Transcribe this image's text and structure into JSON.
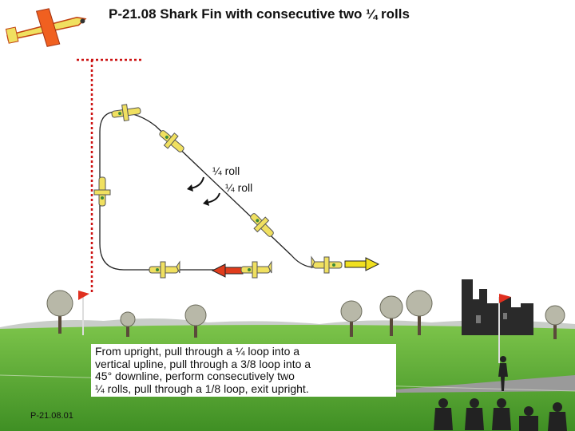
{
  "title": "P-21.08 Shark Fin with consecutive two ¼ rolls",
  "roll_labels": [
    "¼ roll",
    "¼ roll"
  ],
  "description": [
    "From upright, pull through a ¼ loop into a",
    "vertical upline, pull through a 3/8 loop into a",
    "45° downline, perform consecutively two",
    "¼ rolls, pull through a 1/8 loop, exit upright."
  ],
  "figure_id": "P-21.08.01",
  "colors": {
    "sky": "#ffffff",
    "grass": "#5aa832",
    "hills": "#c8ccc8",
    "runway": "#9a9a9a",
    "box_line": "#cc1111",
    "path": "#222222",
    "entry_arrow": "#e03c1c",
    "exit_arrow": "#f0e020",
    "plane": "#f0e060",
    "flag": "#e03020",
    "silhouette": "#222222"
  }
}
